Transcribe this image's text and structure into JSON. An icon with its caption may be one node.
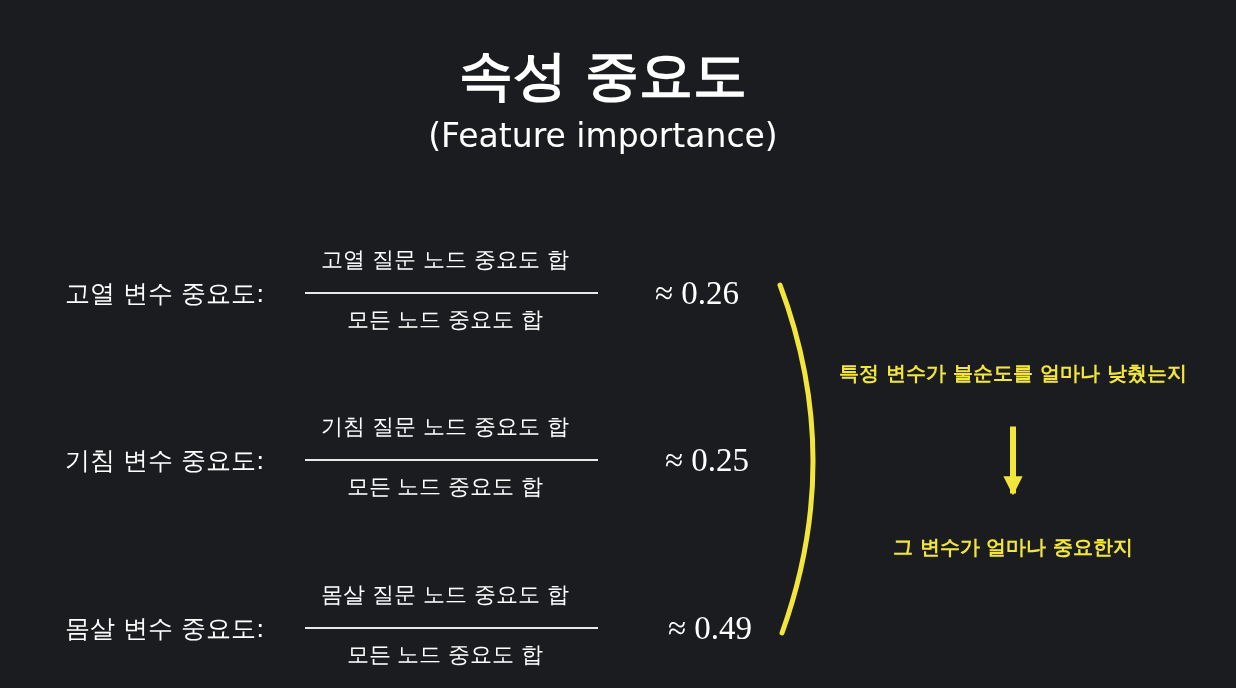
{
  "diagram": {
    "title": "속성 중요도",
    "nodes": [
      {
        "text": [
          "특정 변수가 불순도를 얼마나 낮췄는지"
        ]
      },
      {
        "text": [
          "그 변수가 얼마나 중요한지"
        ]
      }
    ],
    "edges": [
      {
        "from": 0,
        "to": 1,
        "arrow": "to"
      }
    ],
    "labels": [
      "(Feature importance)",
      "고열 변수 중요도:",
      "고열 질문 노드 중요도 합",
      "모든 노드 중요도 합",
      "≈ 0.26",
      "기침 변수 중요도:",
      "기침 질문 노드 중요도 합",
      "모든 노드 중요도 합",
      "≈ 0.25",
      "몸살 변수 중요도:",
      "몸살 질문 노드 중요도 합",
      "모든 노드 중요도 합",
      "≈ 0.49"
    ]
  }
}
